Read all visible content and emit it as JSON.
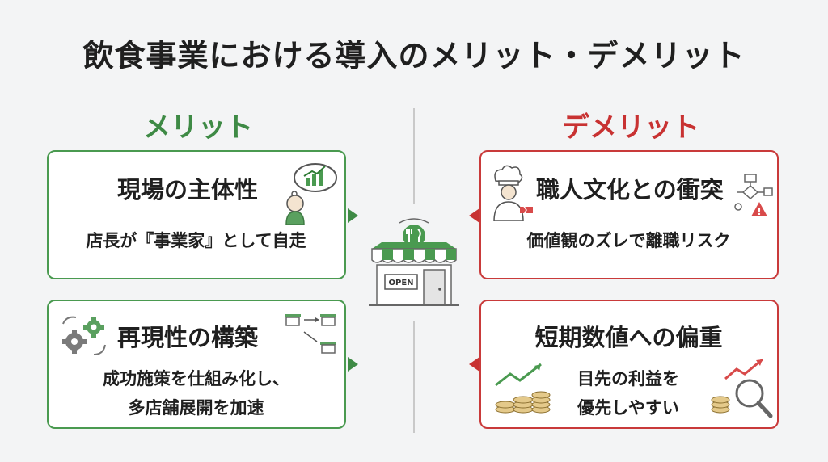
{
  "title": "飲食事業における導入のメリット・デメリット",
  "merit": {
    "heading": "メリット",
    "color": "#3e8a45",
    "cards": [
      {
        "title": "現場の主体性",
        "body": [
          "店長が『事業家』として自走"
        ],
        "icon": "manager-thinking-growth-icon"
      },
      {
        "title": "再現性の構築",
        "body": [
          "成功施策を仕組み化し、",
          "多店舗展開を加速"
        ],
        "icon": "gears-icon"
      }
    ]
  },
  "demerit": {
    "heading": "デメリット",
    "color": "#c83232",
    "cards": [
      {
        "title": "職人文化との衝突",
        "body": [
          "価値観のズレで離職リスク"
        ],
        "icon": "chef-conflict-icon"
      },
      {
        "title": "短期数値への偏重",
        "body": [
          "目先の利益を",
          "優先しやすい"
        ],
        "icon": "coins-growth-icon"
      }
    ]
  },
  "center": {
    "sign": "OPEN",
    "icon": "restaurant-store-icon"
  }
}
